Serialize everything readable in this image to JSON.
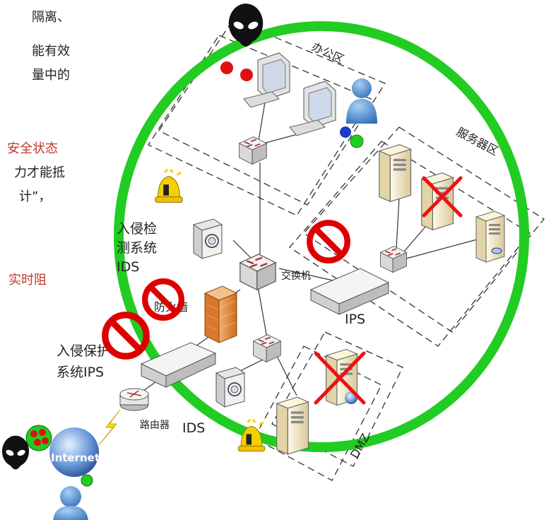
{
  "background_text": {
    "lines": [
      "隔离、",
      "能有效",
      "量中的"
    ],
    "red_1": "安全状态",
    "line_4": "力才能抵",
    "line_5": "计”，",
    "red_2": "实时阻"
  },
  "zones": {
    "office": "办公区",
    "server": "服务器区",
    "dmz": "DMZ"
  },
  "devices": {
    "ids_label_1": "入侵检",
    "ids_label_2": "测系统",
    "ids_label_3": "IDS",
    "switch": "交换机",
    "firewall": "防火墙",
    "ips_label_1": "入侵保护",
    "ips_label_2": "系统IPS",
    "ips_device": "IPS",
    "router": "路由器",
    "ids_bottom": "IDS",
    "internet": "Internet"
  },
  "colors": {
    "ring": "#22cc22",
    "red_text": "#c0392b",
    "block": "#dd0000",
    "dashed": "#333333"
  }
}
